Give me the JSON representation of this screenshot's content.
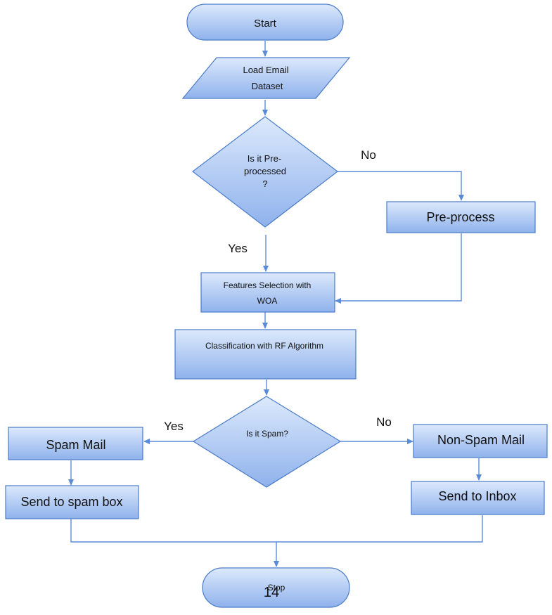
{
  "nodes": {
    "start": "Start",
    "load_line1": "Load Email",
    "load_line2": "Dataset",
    "preproc_q_line1": "Is it Pre-",
    "preproc_q_line2": "processed",
    "preproc_q_line3": "?",
    "preprocess": "Pre-process",
    "features_line1": "Features Selection with",
    "features_line2": "WOA",
    "classification": "Classification with RF Algorithm",
    "spam_q": "Is it Spam?",
    "spam_mail": "Spam Mail",
    "non_spam_mail": "Non-Spam Mail",
    "send_spam": "Send to spam box",
    "send_inbox": "Send to Inbox",
    "stop": "Stop"
  },
  "edges": {
    "preproc_no": "No",
    "preproc_yes": "Yes",
    "spam_yes": "Yes",
    "spam_no": "No"
  },
  "page_number": "14",
  "colors": {
    "fill_light": "#dbe8fb",
    "fill_dark": "#8fb1ea",
    "stroke": "#4a7bc8",
    "connector": "#5b8bd6"
  }
}
